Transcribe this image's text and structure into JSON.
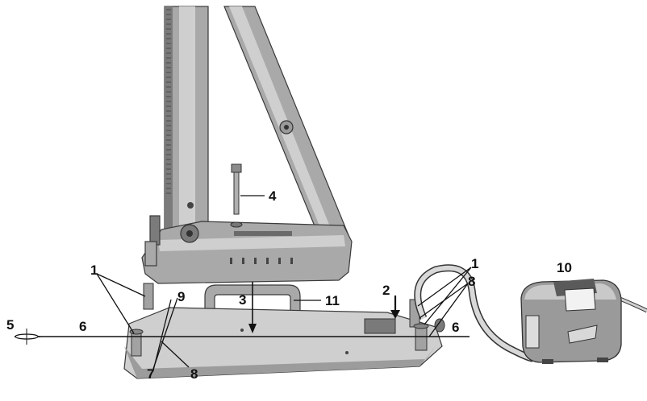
{
  "callouts": [
    {
      "id": "c1a",
      "text": "1"
    },
    {
      "id": "c1b",
      "text": "1"
    },
    {
      "id": "c2",
      "text": "2"
    },
    {
      "id": "c3",
      "text": "3"
    },
    {
      "id": "c4",
      "text": "4"
    },
    {
      "id": "c5",
      "text": "5"
    },
    {
      "id": "c6a",
      "text": "6"
    },
    {
      "id": "c6b",
      "text": "6"
    },
    {
      "id": "c7",
      "text": "7"
    },
    {
      "id": "c8a",
      "text": "8"
    },
    {
      "id": "c8b",
      "text": "8"
    },
    {
      "id": "c9",
      "text": "9"
    },
    {
      "id": "c10",
      "text": "10"
    },
    {
      "id": "c11",
      "text": "11"
    }
  ]
}
